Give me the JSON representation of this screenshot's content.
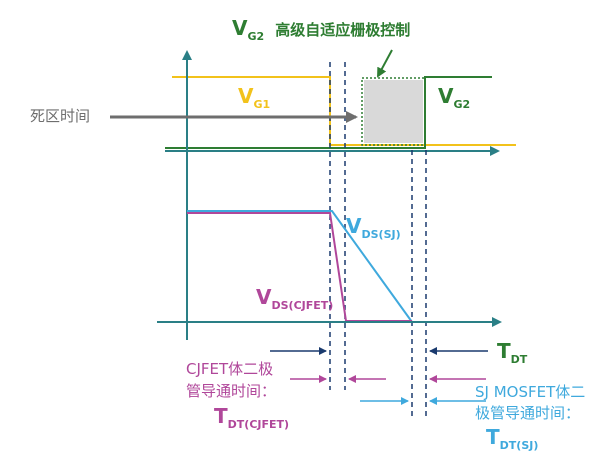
{
  "labels": {
    "vg2_top_main": "V",
    "vg2_top_sub": "G2",
    "vg2_top_desc": "高级自适应栅极控制",
    "vg1_main": "V",
    "vg1_sub": "G1",
    "vg2_right_main": "V",
    "vg2_right_sub": "G2",
    "dead_time": "死区时间",
    "vds_sj_main": "V",
    "vds_sj_sub": "DS(SJ)",
    "vds_cjfet_main": "V",
    "vds_cjfet_sub": "DS(CJFET)",
    "tdt_main": "T",
    "tdt_sub": "DT",
    "cjfet_line1": "CJFET体二极",
    "cjfet_line2": "管导通时间：",
    "tdt_cjfet_main": "T",
    "tdt_cjfet_sub": "DT(CJFET)",
    "sj_line1": "SJ MOSFET体二",
    "sj_line2": "极管导通时间：",
    "tdt_sj_main": "T",
    "tdt_sj_sub": "DT(SJ)"
  },
  "colors": {
    "axis": "#2a7f86",
    "green": "#2e7d32",
    "yellow": "#f2c21b",
    "cyan": "#3fa9dd",
    "magenta": "#b0479a",
    "navy": "#1a3a6e",
    "gray": "#6e6e6e",
    "box": "#d9d9d9"
  }
}
